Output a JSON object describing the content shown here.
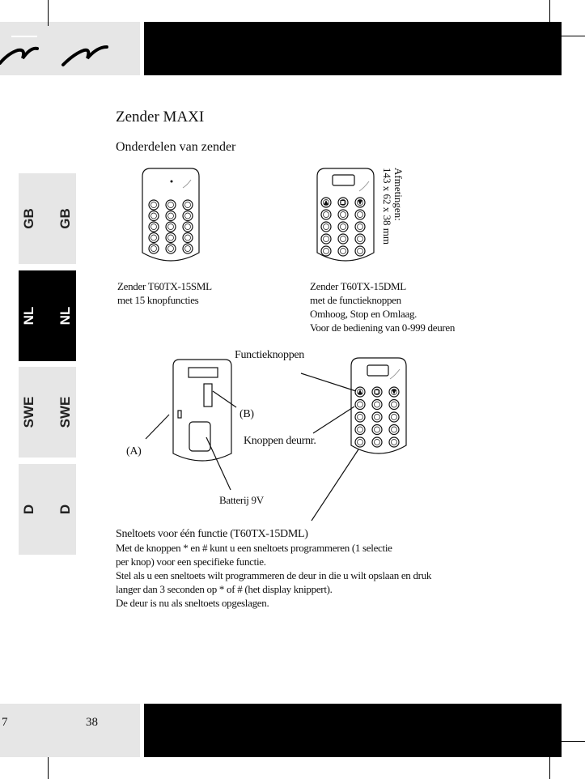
{
  "header": {
    "title": "Zender MAXI",
    "subtitle": "Onderdelen van zender"
  },
  "side_tabs": [
    {
      "left": "GB",
      "right": "GB"
    },
    {
      "left": "NL",
      "right": "NL"
    },
    {
      "left": "SWE",
      "right": "SWE"
    },
    {
      "left": "D",
      "right": "D"
    }
  ],
  "figure1": {
    "remote_a_caption_1": "Zender T60TX-15SML",
    "remote_a_caption_2": "met 15 knopfuncties",
    "remote_b_caption_1": "Zender T60TX-15DML",
    "remote_b_caption_2": "met de functieknoppen",
    "remote_b_caption_3": "Omhoog, Stop en Omlaag.",
    "remote_b_caption_4": "Voor de bediening van 0-999 deuren",
    "dims_1": "Afmetingen:",
    "dims_2": "143 x 62 x 38 mm"
  },
  "figure2": {
    "function_keys": "Functieknoppen",
    "label_b": "(B)",
    "label_a": "(A)",
    "door_keys": "Knoppen deurnr.",
    "battery": "Batterij 9V"
  },
  "body": {
    "heading": "Sneltoets voor één functie (T60TX-15DML)",
    "line1": "Met de knoppen * en # kunt u een sneltoets programmeren (1 selectie",
    "line2": "per knop) voor een specifieke functie.",
    "line3": "Stel als u een sneltoets wilt programmeren de deur in die u wilt opslaan en druk",
    "line4": "langer dan 3 seconden op * of #  (het display knippert).",
    "line5": "De deur is nu als sneltoets opgeslagen."
  },
  "footer": {
    "chapter": "7",
    "page": "38"
  }
}
